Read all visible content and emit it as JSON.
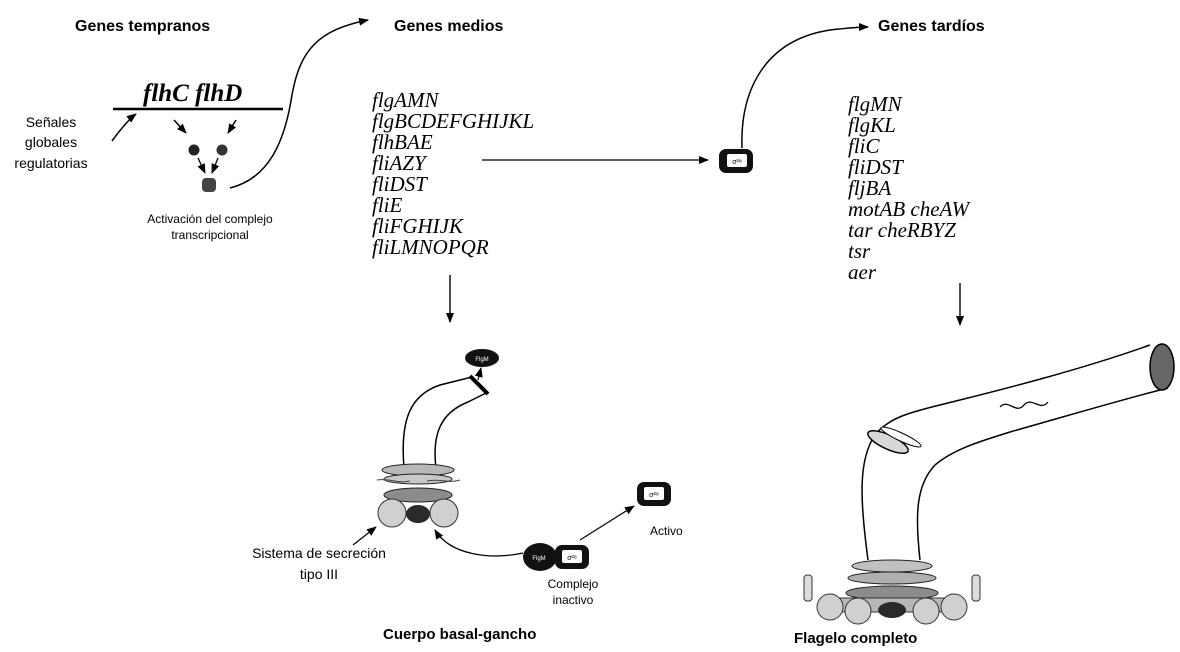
{
  "headers": {
    "early": "Genes tempranos",
    "middle": "Genes medios",
    "late": "Genes tardíos"
  },
  "early_genes": {
    "operon": "flhC flhD",
    "signals": "Señales globales regulatorias",
    "complex_label": "Activación del complejo transcripcional"
  },
  "middle_genes": [
    "flgAMN",
    "flgBCDEFGHIJKL",
    "flhBAE",
    "fliAZY",
    "fliDST",
    "fliE",
    "fliFGHIJK",
    "fliLMNOPQR"
  ],
  "late_genes": [
    "flgMN",
    "flgKL",
    "fliC",
    "fliDST",
    "fljBA",
    "motAB cheAW",
    "tar cheRBYZ",
    "tsr",
    "aer"
  ],
  "factors": {
    "sigma": "σ²⁸",
    "antisigma": "FlgM"
  },
  "hook_basal": {
    "secretion_label": "Sistema de secreción tipo III",
    "active_label": "Activo",
    "inactive_label": "Complejo inactivo",
    "caption": "Cuerpo basal-gancho"
  },
  "complete": {
    "caption": "Flagelo completo"
  },
  "colors": {
    "ink": "#000000",
    "grey_light": "#c8c8c8",
    "grey_mid": "#8c8c8c",
    "grey_dark": "#3a3a3a"
  }
}
